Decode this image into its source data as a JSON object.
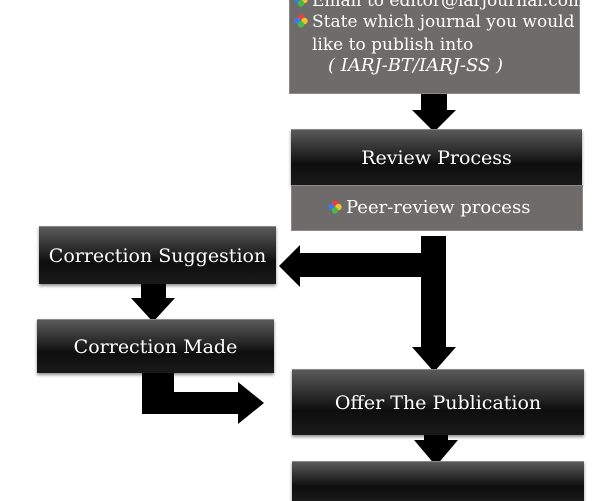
{
  "submission": {
    "email_line": "Email to editor@iarjournal.com",
    "state_line_1": "State which journal you would",
    "state_line_2": "like to publish into",
    "journals": "( IARJ-BT/IARJ-SS )"
  },
  "review": {
    "title": "Review Process",
    "detail": "Peer-review process"
  },
  "correction_suggestion": {
    "title": "Correction Suggestion"
  },
  "correction_made": {
    "title": "Correction Made"
  },
  "offer": {
    "title": "Offer The Publication"
  },
  "colors": {
    "dark_box": "#111111",
    "grey_panel": "#6e6b6b",
    "arrow": "#000000",
    "text": "#ffffff"
  },
  "icons": {
    "bullet": "colorful-flower-bullet-icon"
  }
}
